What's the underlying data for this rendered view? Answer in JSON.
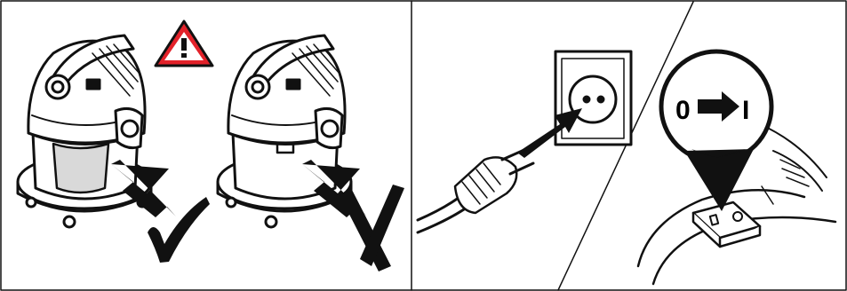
{
  "panels": [
    {
      "id": "filter-comparison",
      "correct_mark": "check-icon",
      "wrong_mark": "cross-icon",
      "warning_icon": "warning-triangle-icon"
    },
    {
      "id": "plug-in-power"
    },
    {
      "id": "switch-on"
    }
  ],
  "switch_label": {
    "off": "0",
    "on": "I"
  },
  "colors": {
    "warning_red": "#e3222a",
    "line": "#111111",
    "filter_grey": "#d9d9d9"
  }
}
